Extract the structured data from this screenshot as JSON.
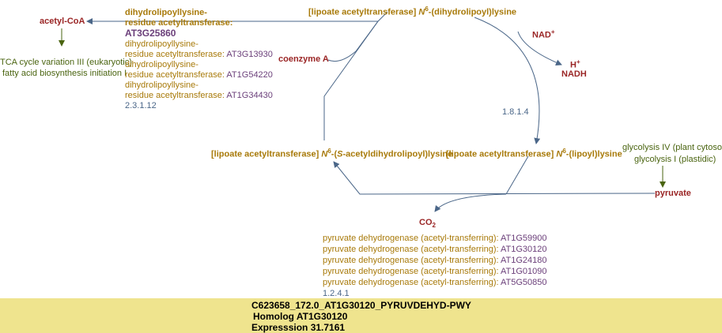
{
  "metabolites": {
    "acetyl_coa": "acetyl-CoA",
    "coenzyme_a": "coenzyme A",
    "nad": "NAD",
    "nad_sup": "+",
    "h": "H",
    "h_sup": "+",
    "nadh": "NADH",
    "pyruvate": "pyruvate",
    "co2": "CO",
    "co2_sub": "2"
  },
  "proteins": {
    "top": {
      "prefix": "[lipoate acetyltransferase] ",
      "n": "N",
      "sup": "6",
      "suffix": "-(dihydrolipoyl)lysine"
    },
    "left": {
      "prefix": "[lipoate acetyltransferase] ",
      "n": "N",
      "sup": "6",
      "mid": "-(",
      "s": "S",
      "suffix": "-acetyldihydrolipoyl)lysine"
    },
    "right": {
      "prefix": "[lipoate acetyltransferase] ",
      "n": "N",
      "sup": "6",
      "suffix": "-(lipoyl)lysine"
    }
  },
  "enzymes_2_3_1_12": {
    "main": {
      "line1": "dihydrolipoyllysine-",
      "line2": "residue acetyltransferase:",
      "gene": "AT3G25860"
    },
    "others": [
      {
        "line1": "dihydrolipoyllysine-",
        "line2": "residue acetyltransferase:",
        "gene": "AT3G13930"
      },
      {
        "line1": "dihydrolipoyllysine-",
        "line2": "residue acetyltransferase:",
        "gene": "AT1G54220"
      },
      {
        "line1": "dihydrolipoyllysine-",
        "line2": "residue acetyltransferase:",
        "gene": "AT1G34430"
      }
    ],
    "ec": "2.3.1.12"
  },
  "ec_1_8_1_4": "1.8.1.4",
  "enzymes_1_2_4_1": {
    "items": [
      {
        "name": "pyruvate dehydrogenase (acetyl-transferring):",
        "gene": "AT1G59900"
      },
      {
        "name": "pyruvate dehydrogenase (acetyl-transferring):",
        "gene": "AT1G30120"
      },
      {
        "name": "pyruvate dehydrogenase (acetyl-transferring):",
        "gene": "AT1G24180"
      },
      {
        "name": "pyruvate dehydrogenase (acetyl-transferring):",
        "gene": "AT1G01090"
      },
      {
        "name": "pyruvate dehydrogenase (acetyl-transferring):",
        "gene": "AT5G50850"
      }
    ],
    "ec": "1.2.4.1"
  },
  "pathways": {
    "tca": "TCA cycle variation III (eukaryotic)",
    "fatty": "fatty acid biosynthesis initiation I",
    "gly4": "glycolysis IV (plant cytosol)",
    "gly1": "glycolysis I (plastidic)"
  },
  "footer": {
    "line1": "C623658_172.0_AT1G30120_PYRUVDEHYD-PWY",
    "line2": "Homolog AT1G30120",
    "line3": "Expresssion 31.7161"
  },
  "colors": {
    "metabolite": "#9a2525",
    "protein": "#a87a0a",
    "gene": "#6b3f7a",
    "ec": "#4a6688",
    "pathway": "#4a6410",
    "footer": "#efe48e"
  }
}
